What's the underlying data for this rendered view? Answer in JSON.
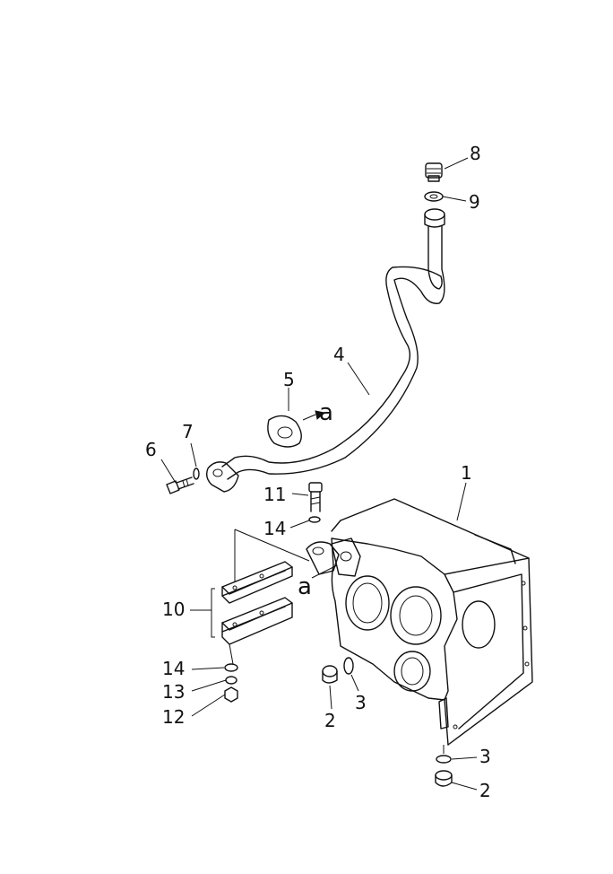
{
  "diagram": {
    "callouts": {
      "c1": "1",
      "c2a": "2",
      "c2b": "2",
      "c3a": "3",
      "c3b": "3",
      "c4": "4",
      "c5": "5",
      "c6": "6",
      "c7": "7",
      "c8": "8",
      "c9": "9",
      "c10": "10",
      "c11": "11",
      "c12": "12",
      "c13": "13",
      "c14a": "14",
      "c14b": "14"
    },
    "view_refs": {
      "a_top": "a",
      "a_bottom": "a"
    }
  }
}
